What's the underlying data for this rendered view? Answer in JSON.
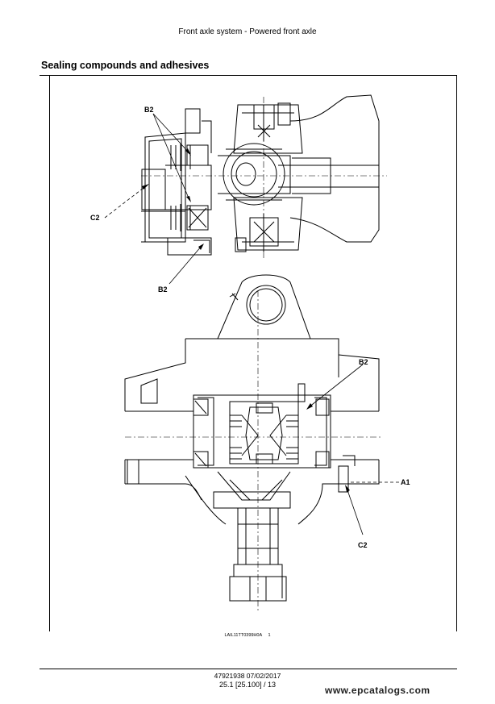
{
  "header": {
    "title": "Front axle system - Powered front axle"
  },
  "section": {
    "title": "Sealing compounds and adhesives"
  },
  "figure": {
    "callouts": {
      "b2_top": "B2",
      "c2_left": "C2",
      "b2_mid": "B2",
      "b2_right": "B2",
      "a1": "A1",
      "c2_bottom": "C2"
    },
    "caption_code": "LAIL11TT0399H0A",
    "caption_number": "1"
  },
  "footer": {
    "doc_id": "47921938 07/02/2017",
    "page": "25.1 [25.100] / 13"
  },
  "watermark": {
    "text": "www.epcatalogs.com"
  }
}
